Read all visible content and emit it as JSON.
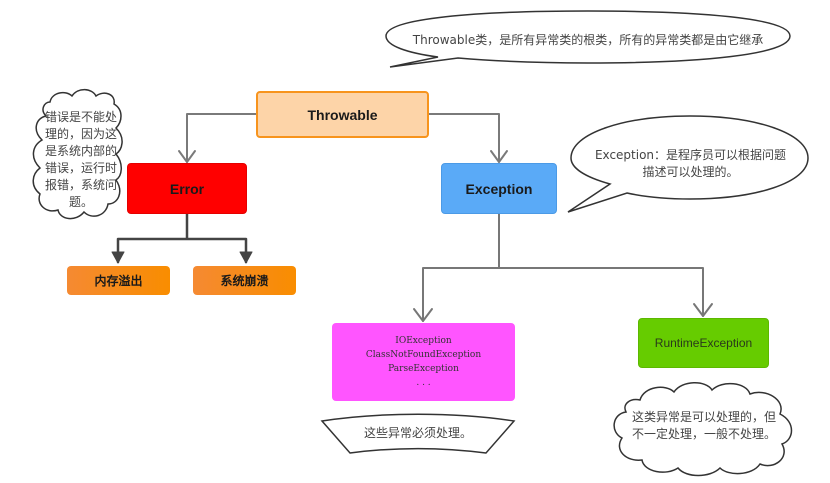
{
  "nodes": {
    "throwable": "Throwable",
    "error": "Error",
    "exception": "Exception",
    "out_of_memory": "内存溢出",
    "system_crash": "系统崩溃",
    "checked_exceptions": [
      "IOException",
      "ClassNotFoundException",
      "ParseException",
      ". . ."
    ],
    "runtime_exception": "RuntimeException"
  },
  "notes": {
    "throwable": "Throwable类，是所有异常类的根类，所有的异常类都是由它继承",
    "error": [
      "错误是不能处",
      "理的，因为这",
      "是系统内部的",
      "错误，运行时",
      "报错，系统问",
      "题。"
    ],
    "exception": [
      "Exception：是程序员可以根据问题",
      "描述可以处理的。"
    ],
    "checked": "这些异常必须处理。",
    "runtime": [
      "这类异常是可以处理的，但",
      "不一定处理，一般不处理。"
    ]
  },
  "colors": {
    "throwable_fill": "#fdd4a8",
    "throwable_border": "#f7941d",
    "error_fill": "#ff0000",
    "exception_fill": "#5aaaf7",
    "leaf_orange": "#f98d00",
    "checked_fill": "#ff55ff",
    "runtime_fill": "#66cc00",
    "connector": "#777777"
  }
}
